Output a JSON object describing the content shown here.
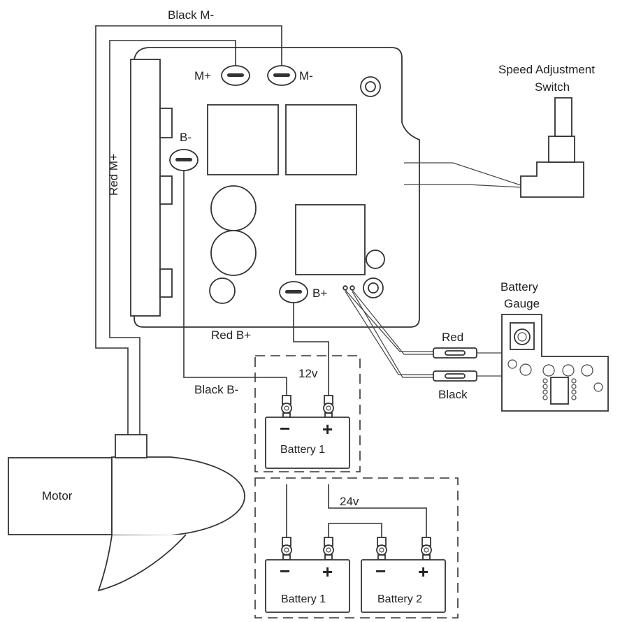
{
  "labels": {
    "black_m_minus": "Black M-",
    "red_m_plus": "Red M+",
    "m_plus": "M+",
    "m_minus": "M-",
    "b_minus": "B-",
    "b_plus": "B+",
    "red_b_plus": "Red B+",
    "black_b_minus": "Black B-",
    "speed_switch_line1": "Speed Adjustment",
    "speed_switch_line2": "Switch",
    "battery_gauge_line1": "Battery",
    "battery_gauge_line2": "Gauge",
    "red": "Red",
    "black": "Black",
    "motor": "Motor",
    "v12": "12v",
    "v24": "24v"
  },
  "batteries": {
    "single": {
      "name": "Battery 1",
      "minus": "−",
      "plus": "+"
    },
    "dual_1": {
      "name": "Battery 1",
      "minus": "−",
      "plus": "+"
    },
    "dual_2": {
      "name": "Battery 2",
      "minus": "−",
      "plus": "+"
    }
  }
}
